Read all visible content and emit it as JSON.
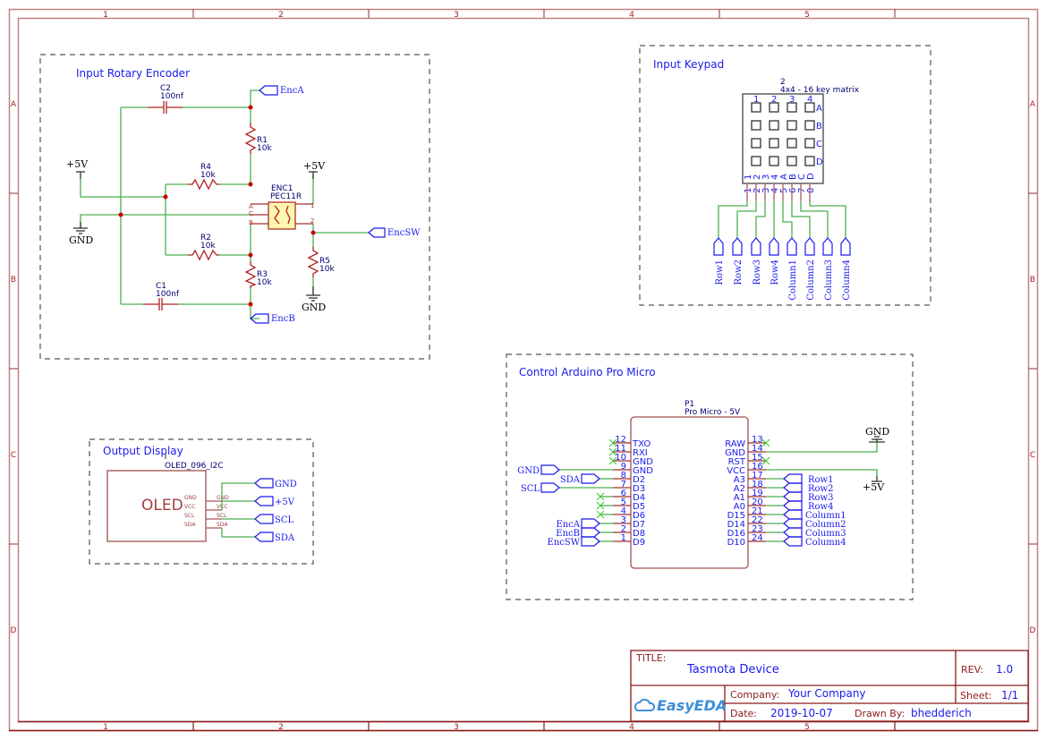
{
  "sheet": {
    "columns": [
      "1",
      "2",
      "3",
      "4",
      "5"
    ],
    "rows": [
      "A",
      "B",
      "C",
      "D"
    ]
  },
  "colors": {
    "frame": "#c08080",
    "wire": "#4caf50",
    "net_label": "#1a1aee",
    "junction": "#cc0000",
    "pin": "#a03030"
  },
  "rotary": {
    "title": "Input Rotary Encoder",
    "c2": {
      "ref": "C2",
      "value": "100nf"
    },
    "c1": {
      "ref": "C1",
      "value": "100nf"
    },
    "r1": {
      "ref": "R1",
      "value": "10k"
    },
    "r2": {
      "ref": "R2",
      "value": "10k"
    },
    "r3": {
      "ref": "R3",
      "value": "10k"
    },
    "r4": {
      "ref": "R4",
      "value": "10k"
    },
    "r5": {
      "ref": "R5",
      "value": "10k"
    },
    "enc": {
      "ref": "ENC1",
      "part": "PEC11R",
      "pins": [
        "A",
        "C",
        "B",
        "1",
        "2"
      ]
    },
    "nets": {
      "enca": "EncA",
      "encb": "EncB",
      "encsw": "EncSW"
    },
    "power": {
      "vcc_left": "+5V",
      "gnd_left": "GND",
      "vcc_right": "+5V",
      "gnd_right": "GND"
    }
  },
  "keypad": {
    "title": "Input Keypad",
    "ref": "2",
    "part": "4x4 - 16 key matrix",
    "col_labels": [
      "1",
      "2",
      "3",
      "4"
    ],
    "row_labels": [
      "A",
      "B",
      "C",
      "D"
    ],
    "pin_names": [
      "1",
      "2",
      "3",
      "4",
      "A",
      "B",
      "C",
      "D"
    ],
    "pin_numbers": [
      "1",
      "2",
      "3",
      "4",
      "5",
      "6",
      "7",
      "8"
    ],
    "nets": [
      "Row1",
      "Row2",
      "Row3",
      "Row4",
      "Column1",
      "Column2",
      "Column3",
      "Column4"
    ]
  },
  "display": {
    "title": "Output Display",
    "part": "OLED_096_I2C",
    "body_label": "OLED",
    "pins_inner": [
      "GND",
      "VCC",
      "SCL",
      "SDA"
    ],
    "pins_outer": [
      "GND",
      "VCC",
      "SCL",
      "SDA"
    ],
    "nets": [
      "GND",
      "+5V",
      "SCL",
      "SDA"
    ]
  },
  "arduino": {
    "title": "Control Arduino Pro Micro",
    "ref": "P1",
    "part": "Pro Micro - 5V",
    "left_pins": [
      {
        "num": "12",
        "name": "TXO",
        "nc": true,
        "net": ""
      },
      {
        "num": "11",
        "name": "RXI",
        "nc": true,
        "net": ""
      },
      {
        "num": "10",
        "name": "GND",
        "nc": true,
        "net": ""
      },
      {
        "num": "9",
        "name": "GND",
        "nc": false,
        "net": "GND"
      },
      {
        "num": "8",
        "name": "D2",
        "nc": false,
        "net": "SDA"
      },
      {
        "num": "7",
        "name": "D3",
        "nc": false,
        "net": "SCL"
      },
      {
        "num": "6",
        "name": "D4",
        "nc": true,
        "net": ""
      },
      {
        "num": "5",
        "name": "D5",
        "nc": true,
        "net": ""
      },
      {
        "num": "4",
        "name": "D6",
        "nc": true,
        "net": ""
      },
      {
        "num": "3",
        "name": "D7",
        "nc": false,
        "net": "EncA"
      },
      {
        "num": "2",
        "name": "D8",
        "nc": false,
        "net": "EncB"
      },
      {
        "num": "1",
        "name": "D9",
        "nc": false,
        "net": "EncSW"
      }
    ],
    "right_pins": [
      {
        "num": "13",
        "name": "RAW",
        "nc": true,
        "net": ""
      },
      {
        "num": "14",
        "name": "GND",
        "nc": false,
        "net": "GND"
      },
      {
        "num": "15",
        "name": "RST",
        "nc": true,
        "net": ""
      },
      {
        "num": "16",
        "name": "VCC",
        "nc": false,
        "net": "+5V"
      },
      {
        "num": "17",
        "name": "A3",
        "nc": false,
        "net": "Row1"
      },
      {
        "num": "18",
        "name": "A2",
        "nc": false,
        "net": "Row2"
      },
      {
        "num": "19",
        "name": "A1",
        "nc": false,
        "net": "Row3"
      },
      {
        "num": "20",
        "name": "A0",
        "nc": false,
        "net": "Row4"
      },
      {
        "num": "21",
        "name": "D15",
        "nc": false,
        "net": "Column1"
      },
      {
        "num": "22",
        "name": "D14",
        "nc": false,
        "net": "Column2"
      },
      {
        "num": "23",
        "name": "D16",
        "nc": false,
        "net": "Column3"
      },
      {
        "num": "24",
        "name": "D10",
        "nc": false,
        "net": "Column4"
      }
    ],
    "power_gnd": "GND",
    "power_vcc": "+5V"
  },
  "title_block": {
    "title_label": "TITLE:",
    "title": "Tasmota Device",
    "rev_label": "REV:",
    "rev": "1.0",
    "company_label": "Company:",
    "company": "Your Company",
    "sheet_label": "Sheet:",
    "sheet": "1/1",
    "date_label": "Date:",
    "date": "2019-10-07",
    "drawn_label": "Drawn By:",
    "drawn_by": "bhedderich",
    "logo": "EasyEDA"
  }
}
